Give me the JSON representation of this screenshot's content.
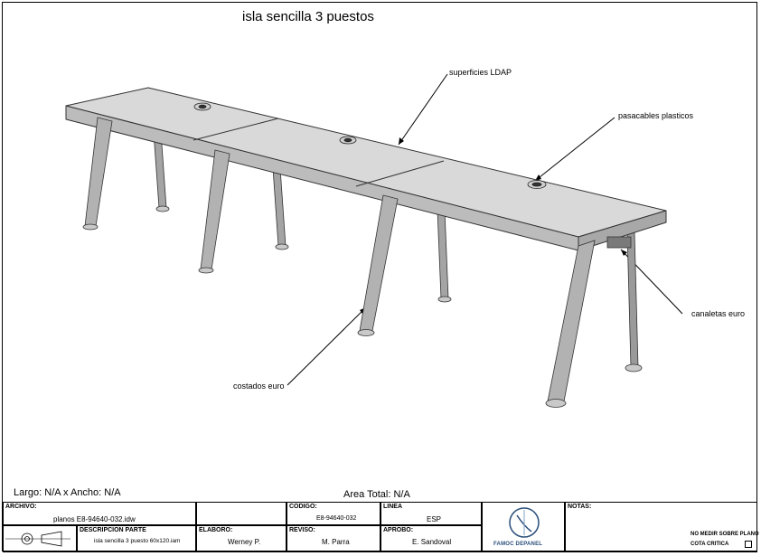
{
  "title": "isla sencilla 3 puestos",
  "callouts": {
    "superficies": "superficies LDAP",
    "pasacables": "pasacables plasticos",
    "canaletas": "canaletas euro",
    "costados": "costados euro"
  },
  "dimensions": "Largo: N/A x Ancho: N/A",
  "area_total": "Area Total: N/A",
  "title_block": {
    "archivo_label": "ARCHIVO:",
    "archivo_value": "planos E8-94640-032.idw",
    "descripcion_label": "DESCRIPCION PARTE",
    "descripcion_value": "isla sencilla 3 puesto 60x120.iam",
    "codigo_label": "CODIGO:",
    "codigo_value": "E8-94640-032",
    "linea_label": "LINEA",
    "linea_value": "ESP",
    "elaboro_label": "ELABORO:",
    "elaboro_value": "Werney P.",
    "reviso_label": "REVISO:",
    "reviso_value": "M. Parra",
    "aprobo_label": "APROBO:",
    "aprobo_value": "E. Sandoval",
    "notas_label": "NOTAS:",
    "logo_text": "FAMOC DEPANEL",
    "note_line1": "NO MEDIR SOBRE PLANO",
    "note_line2": "COTA CRITICA"
  }
}
